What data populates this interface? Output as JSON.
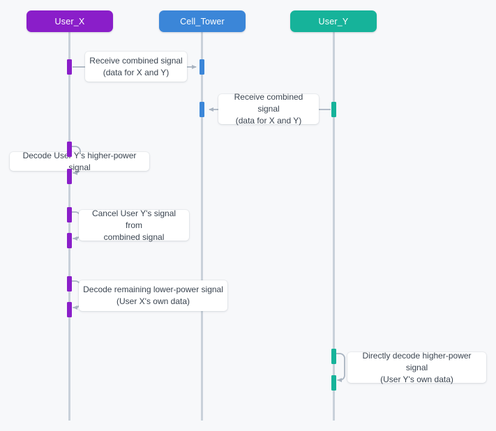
{
  "diagram": {
    "type": "sequence-diagram",
    "actors": [
      {
        "id": "user_x",
        "label": "User_X",
        "color": "#8a1ec9"
      },
      {
        "id": "cell_tower",
        "label": "Cell_Tower",
        "color": "#3b86d8"
      },
      {
        "id": "user_y",
        "label": "User_Y",
        "color": "#16b39a"
      }
    ],
    "messages": [
      {
        "from": "User_X",
        "to": "Cell_Tower",
        "kind": "arrow-right",
        "line1": "Receive combined signal",
        "line2": "(data for X and Y)"
      },
      {
        "from": "User_Y",
        "to": "Cell_Tower",
        "kind": "arrow-left",
        "line1": "Receive combined signal",
        "line2": "(data for X and Y)"
      },
      {
        "from": "User_X",
        "to": "User_X",
        "kind": "self-loop",
        "line1": "Decode User Y's higher-power signal",
        "line2": ""
      },
      {
        "from": "User_X",
        "to": "User_X",
        "kind": "self-loop",
        "line1": "Cancel User Y's signal from",
        "line2": "combined signal"
      },
      {
        "from": "User_X",
        "to": "User_X",
        "kind": "self-loop",
        "line1": "Decode remaining lower-power signal",
        "line2": "(User X's own data)"
      },
      {
        "from": "User_Y",
        "to": "User_Y",
        "kind": "self-loop",
        "line1": "Directly decode higher-power signal",
        "line2": "(User Y's own data)"
      }
    ],
    "colors": {
      "background": "#f7f8fa",
      "lifeline": "#c9d1da",
      "arrow": "#a9b4c1",
      "label_text": "#3a4450",
      "label_background": "#ffffff"
    }
  }
}
